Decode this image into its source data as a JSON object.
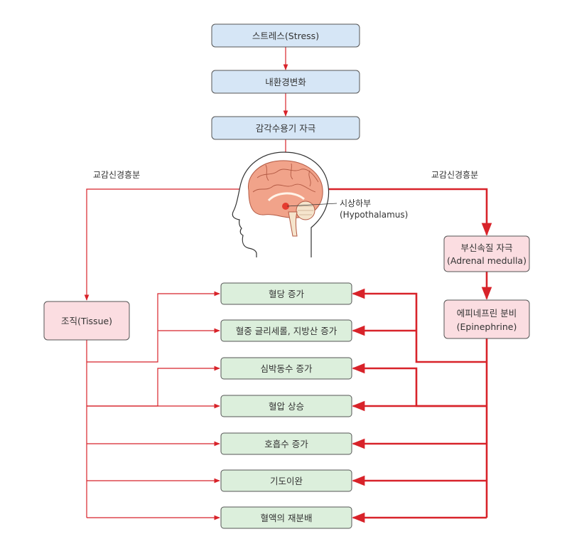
{
  "colors": {
    "blue_fill": "#d6e6f6",
    "pink_fill": "#fbdde1",
    "green_fill": "#dcefdc",
    "border": "#555555",
    "arrow": "#d8232a"
  },
  "flow": {
    "stress": "스트레스(Stress)",
    "environment_change": "내환경변화",
    "sensory_stimulus": "감각수용기 자극"
  },
  "labels": {
    "sympathetic_left": "교감신경흥분",
    "sympathetic_right": "교감신경흥분",
    "hypothalamus_ko": "시상하부",
    "hypothalamus_en": "(Hypothalamus)"
  },
  "tissue": "조직(Tissue)",
  "adrenal": {
    "line1": "부신속질 자극",
    "line2": "(Adrenal medulla)"
  },
  "epinephrine": {
    "line1": "에피네프린 분비",
    "line2": "(Epinephrine)"
  },
  "effects": [
    "혈당 증가",
    "혈중 글리세롤, 지방산 증가",
    "심박동수 증가",
    "혈압 상승",
    "호흡수 증가",
    "기도이완",
    "혈액의 재분배"
  ]
}
